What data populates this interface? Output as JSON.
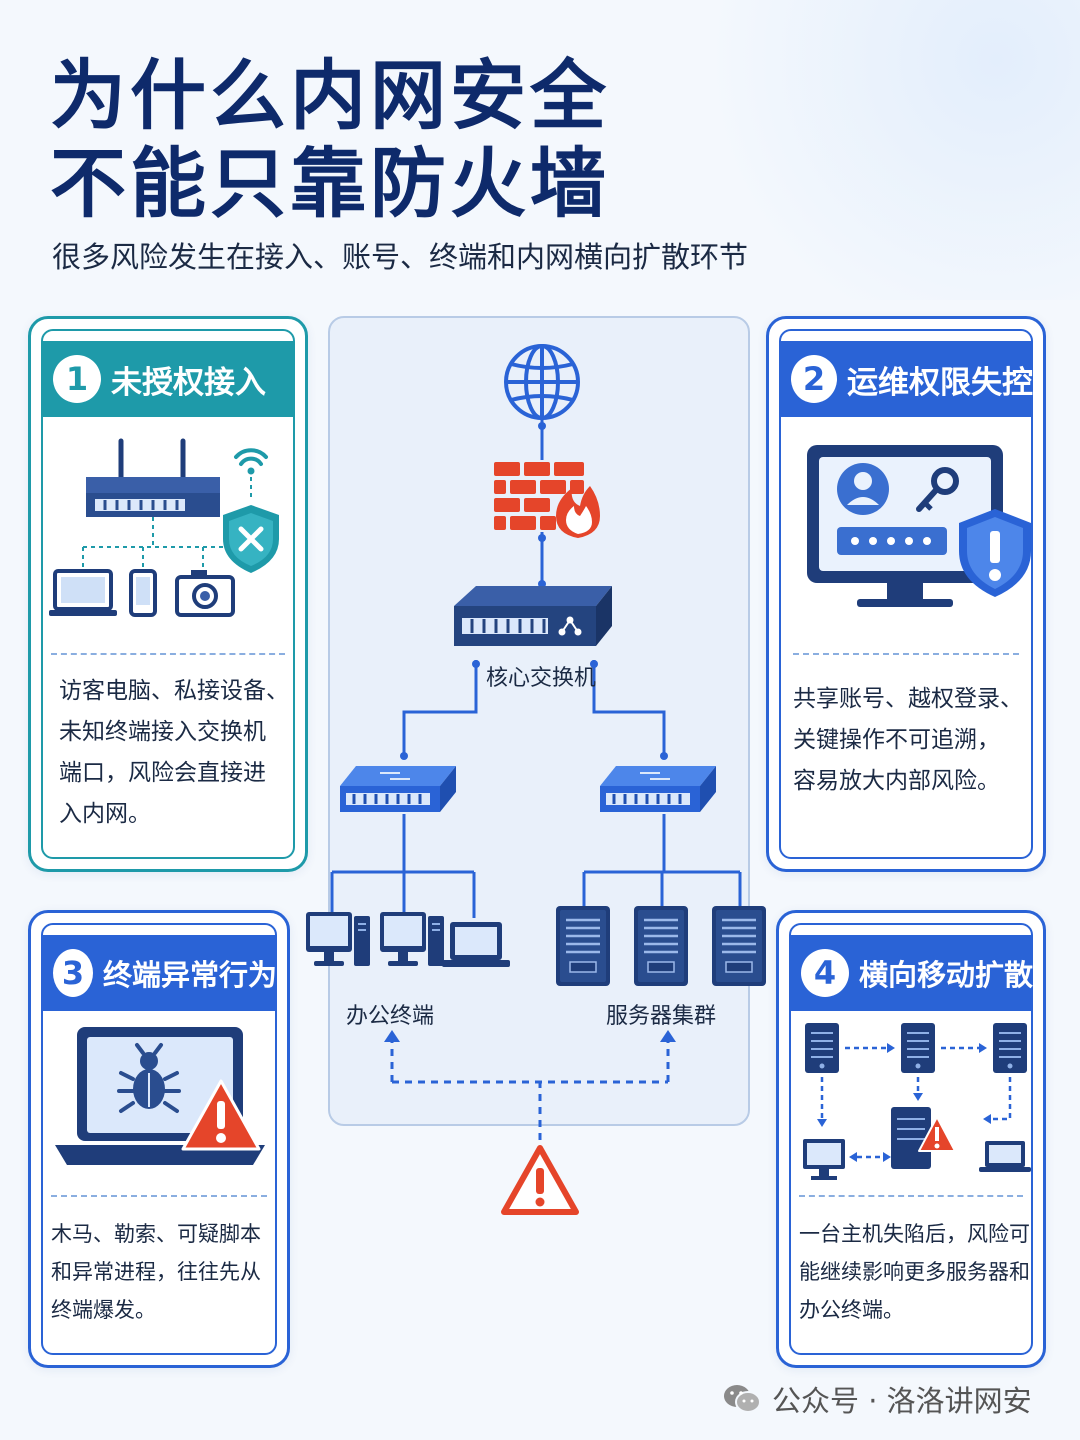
{
  "title": {
    "line1": "为什么内网安全",
    "line2": "不能只靠防火墙"
  },
  "subtitle": "很多风险发生在接入、账号、终端和内网横向扩散环节",
  "cards": [
    {
      "num": "1",
      "title": "未授权接入",
      "desc": [
        "访客电脑、私接设备、",
        "未知终端接入交换机",
        "端口，风险会直接进",
        "入内网。"
      ]
    },
    {
      "num": "2",
      "title": "运维权限失控",
      "desc": [
        "共享账号、越权登录、",
        "关键操作不可追溯，",
        "容易放大内部风险。"
      ]
    },
    {
      "num": "3",
      "title": "终端异常行为",
      "desc": [
        "木马、勒索、可疑脚本",
        "和异常进程，往往先从",
        "终端爆发。"
      ]
    },
    {
      "num": "4",
      "title": "横向移动扩散",
      "desc": [
        "一台主机失陷后，风险可",
        "能继续影响更多服务器和",
        "办公终端。"
      ]
    }
  ],
  "network": {
    "core_switch": "核心交换机",
    "office": "办公终端",
    "servers": "服务器集群"
  },
  "watermark": {
    "text": "公众号 · 洛洛讲网安",
    "icon": "wechat-icon"
  },
  "colors": {
    "teal": "#1e9aa9",
    "blue": "#2a63d6",
    "navy": "#0e2a6b",
    "danger": "#e5452a"
  }
}
